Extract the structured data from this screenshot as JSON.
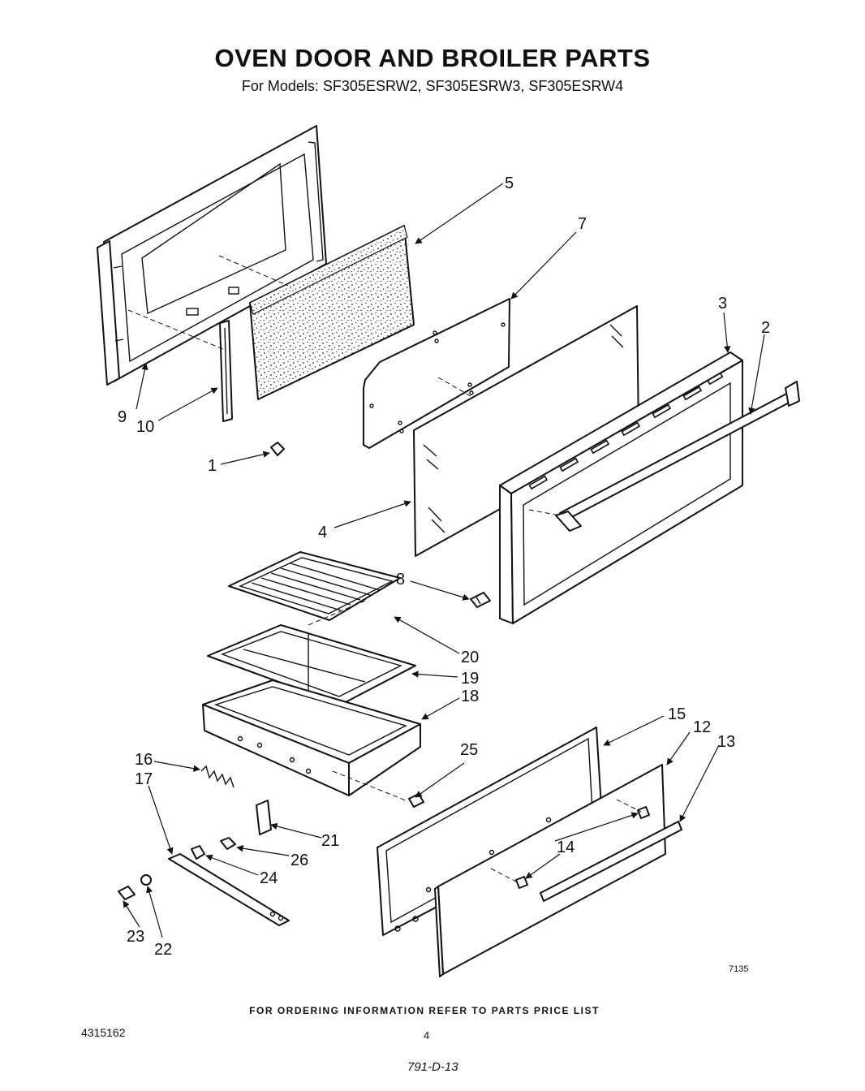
{
  "header": {
    "title": "OVEN DOOR AND BROILER PARTS",
    "subtitle": "For Models: SF305ESRW2, SF305ESRW3, SF305ESRW4"
  },
  "callouts": [
    "1",
    "2",
    "3",
    "4",
    "5",
    "7",
    "8",
    "9",
    "10",
    "12",
    "13",
    "14",
    "15",
    "16",
    "17",
    "18",
    "19",
    "20",
    "21",
    "22",
    "23",
    "24",
    "25",
    "26"
  ],
  "reference_code": "7135",
  "footer": {
    "note": "FOR ORDERING INFORMATION REFER TO PARTS PRICE LIST",
    "doc_number": "4315162",
    "page_number": "4",
    "handwritten": "791-D-13"
  }
}
